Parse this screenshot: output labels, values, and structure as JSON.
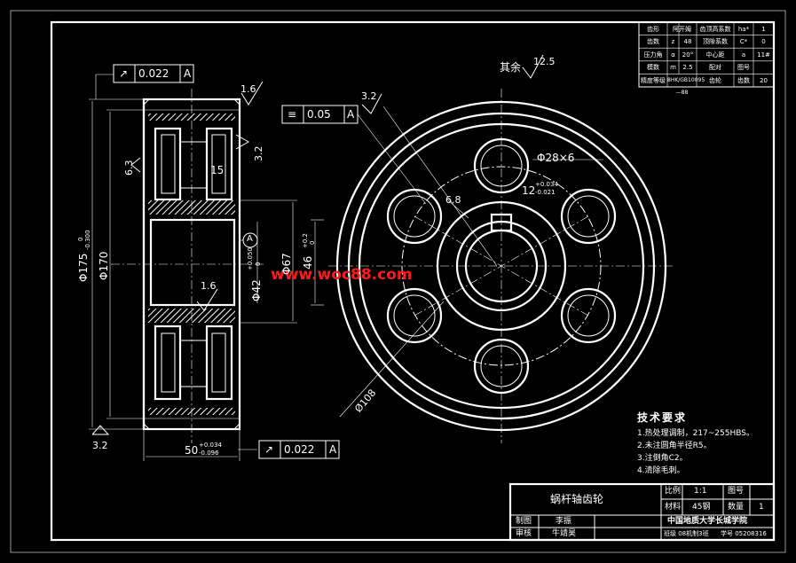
{
  "watermark": "www.woc88.com",
  "views": {
    "front": {
      "gdt_runout": {
        "symbol": "↗",
        "value": "0.022",
        "datum": "A"
      },
      "gdt_runout_bottom": {
        "symbol": "↗",
        "value": "0.022",
        "datum": "A"
      },
      "rough_top": "1.6",
      "rough_right": "3.2",
      "rough_left": "6.3",
      "rough_inner": "1.6",
      "rough_bottom": "3.2",
      "dim_15": "15",
      "dim_od": "Φ175",
      "dim_od_tol_up": "0",
      "dim_od_tol_low": "-0.300",
      "dim_root": "Φ170",
      "dim_bore": "Φ42",
      "dim_bore_tol_up": "+0.050",
      "dim_bore_tol_low": "0",
      "datum_a": "A",
      "dim_67": "Φ67",
      "dim_46": "46",
      "dim_46_tol_up": "+0.2",
      "dim_46_tol_low": "0",
      "dim_width": "50",
      "dim_width_tol_up": "+0.034",
      "dim_width_tol_low": "-0.096"
    },
    "side": {
      "rough_rest": "其余",
      "rough_rest_value": "12.5",
      "gdt_sym": {
        "symbol": "≡",
        "value": "0.05",
        "datum": "A"
      },
      "rough_32": "3.2",
      "rough_68": "6.8",
      "dim_holes": "Φ28×6",
      "dim_key": "12",
      "dim_key_tol_up": "+0.034",
      "dim_key_tol_low": "-0.021",
      "dim_108": "Ø108"
    }
  },
  "gear_table": [
    [
      "齿形",
      "阿开姆",
      "齿顶高系数",
      "ha*",
      "1"
    ],
    [
      "齿数",
      "z",
      "48",
      "顶隙系数",
      "C*",
      "0"
    ],
    [
      "压力角",
      "α",
      "20°",
      "中心距",
      "a",
      "11#"
    ],
    [
      "模数",
      "m",
      "2.5",
      "配对",
      "图号",
      ""
    ],
    [
      "精度等级",
      "8HK/GB10095—88",
      "",
      "齿轮",
      "齿数",
      "20"
    ]
  ],
  "tech_req": {
    "title": "技术要求",
    "items": [
      "1.热处理调制，217~255HBS。",
      "2.未注圆角半径R5。",
      "3.注倒角C2。",
      "4.清除毛刺。"
    ]
  },
  "title_block": {
    "part_name": "蜗杆轴齿轮",
    "scale_label": "比例",
    "scale_value": "1:1",
    "drawing_no_label": "图号",
    "material_label": "材料",
    "material_value": "45钢",
    "qty_label": "数量",
    "qty_value": "1",
    "drawn_label": "制图",
    "drawn_name": "李振",
    "checked_label": "审核",
    "checked_name": "牛靖昊",
    "school": "中国地质大学长城学院",
    "class_info": "班级 08机制3班",
    "student_no": "学号 05208316"
  }
}
